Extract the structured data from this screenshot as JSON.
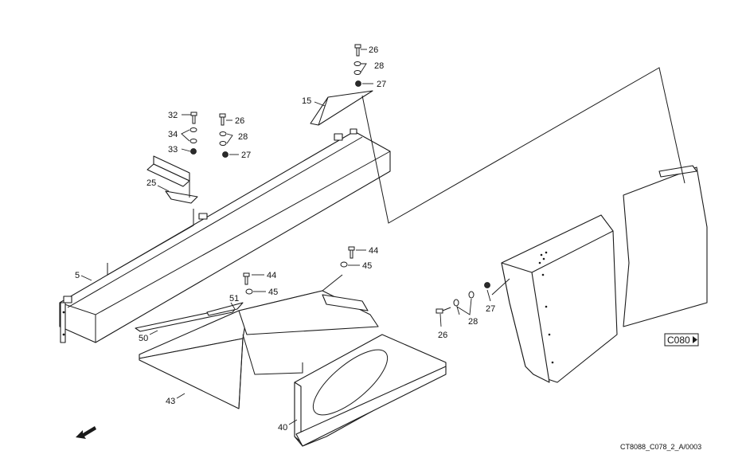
{
  "labels": {
    "p26a": "26",
    "p28a": "28",
    "p27a": "27",
    "p15": "15",
    "p32": "32",
    "p34": "34",
    "p33": "33",
    "p26b": "26",
    "p28b": "28",
    "p27b": "27",
    "p25": "25",
    "p5": "5",
    "p44a": "44",
    "p45a": "45",
    "p44b": "44",
    "p45b": "45",
    "p51": "51",
    "p50": "50",
    "p43": "43",
    "p40": "40",
    "p27c": "27",
    "p28c": "28",
    "p26c": "26"
  },
  "reference": "C080",
  "drawing_code": "CT8088_C078_2_A/0003",
  "colors": {
    "line": "#1a1a1a",
    "background": "#ffffff"
  }
}
